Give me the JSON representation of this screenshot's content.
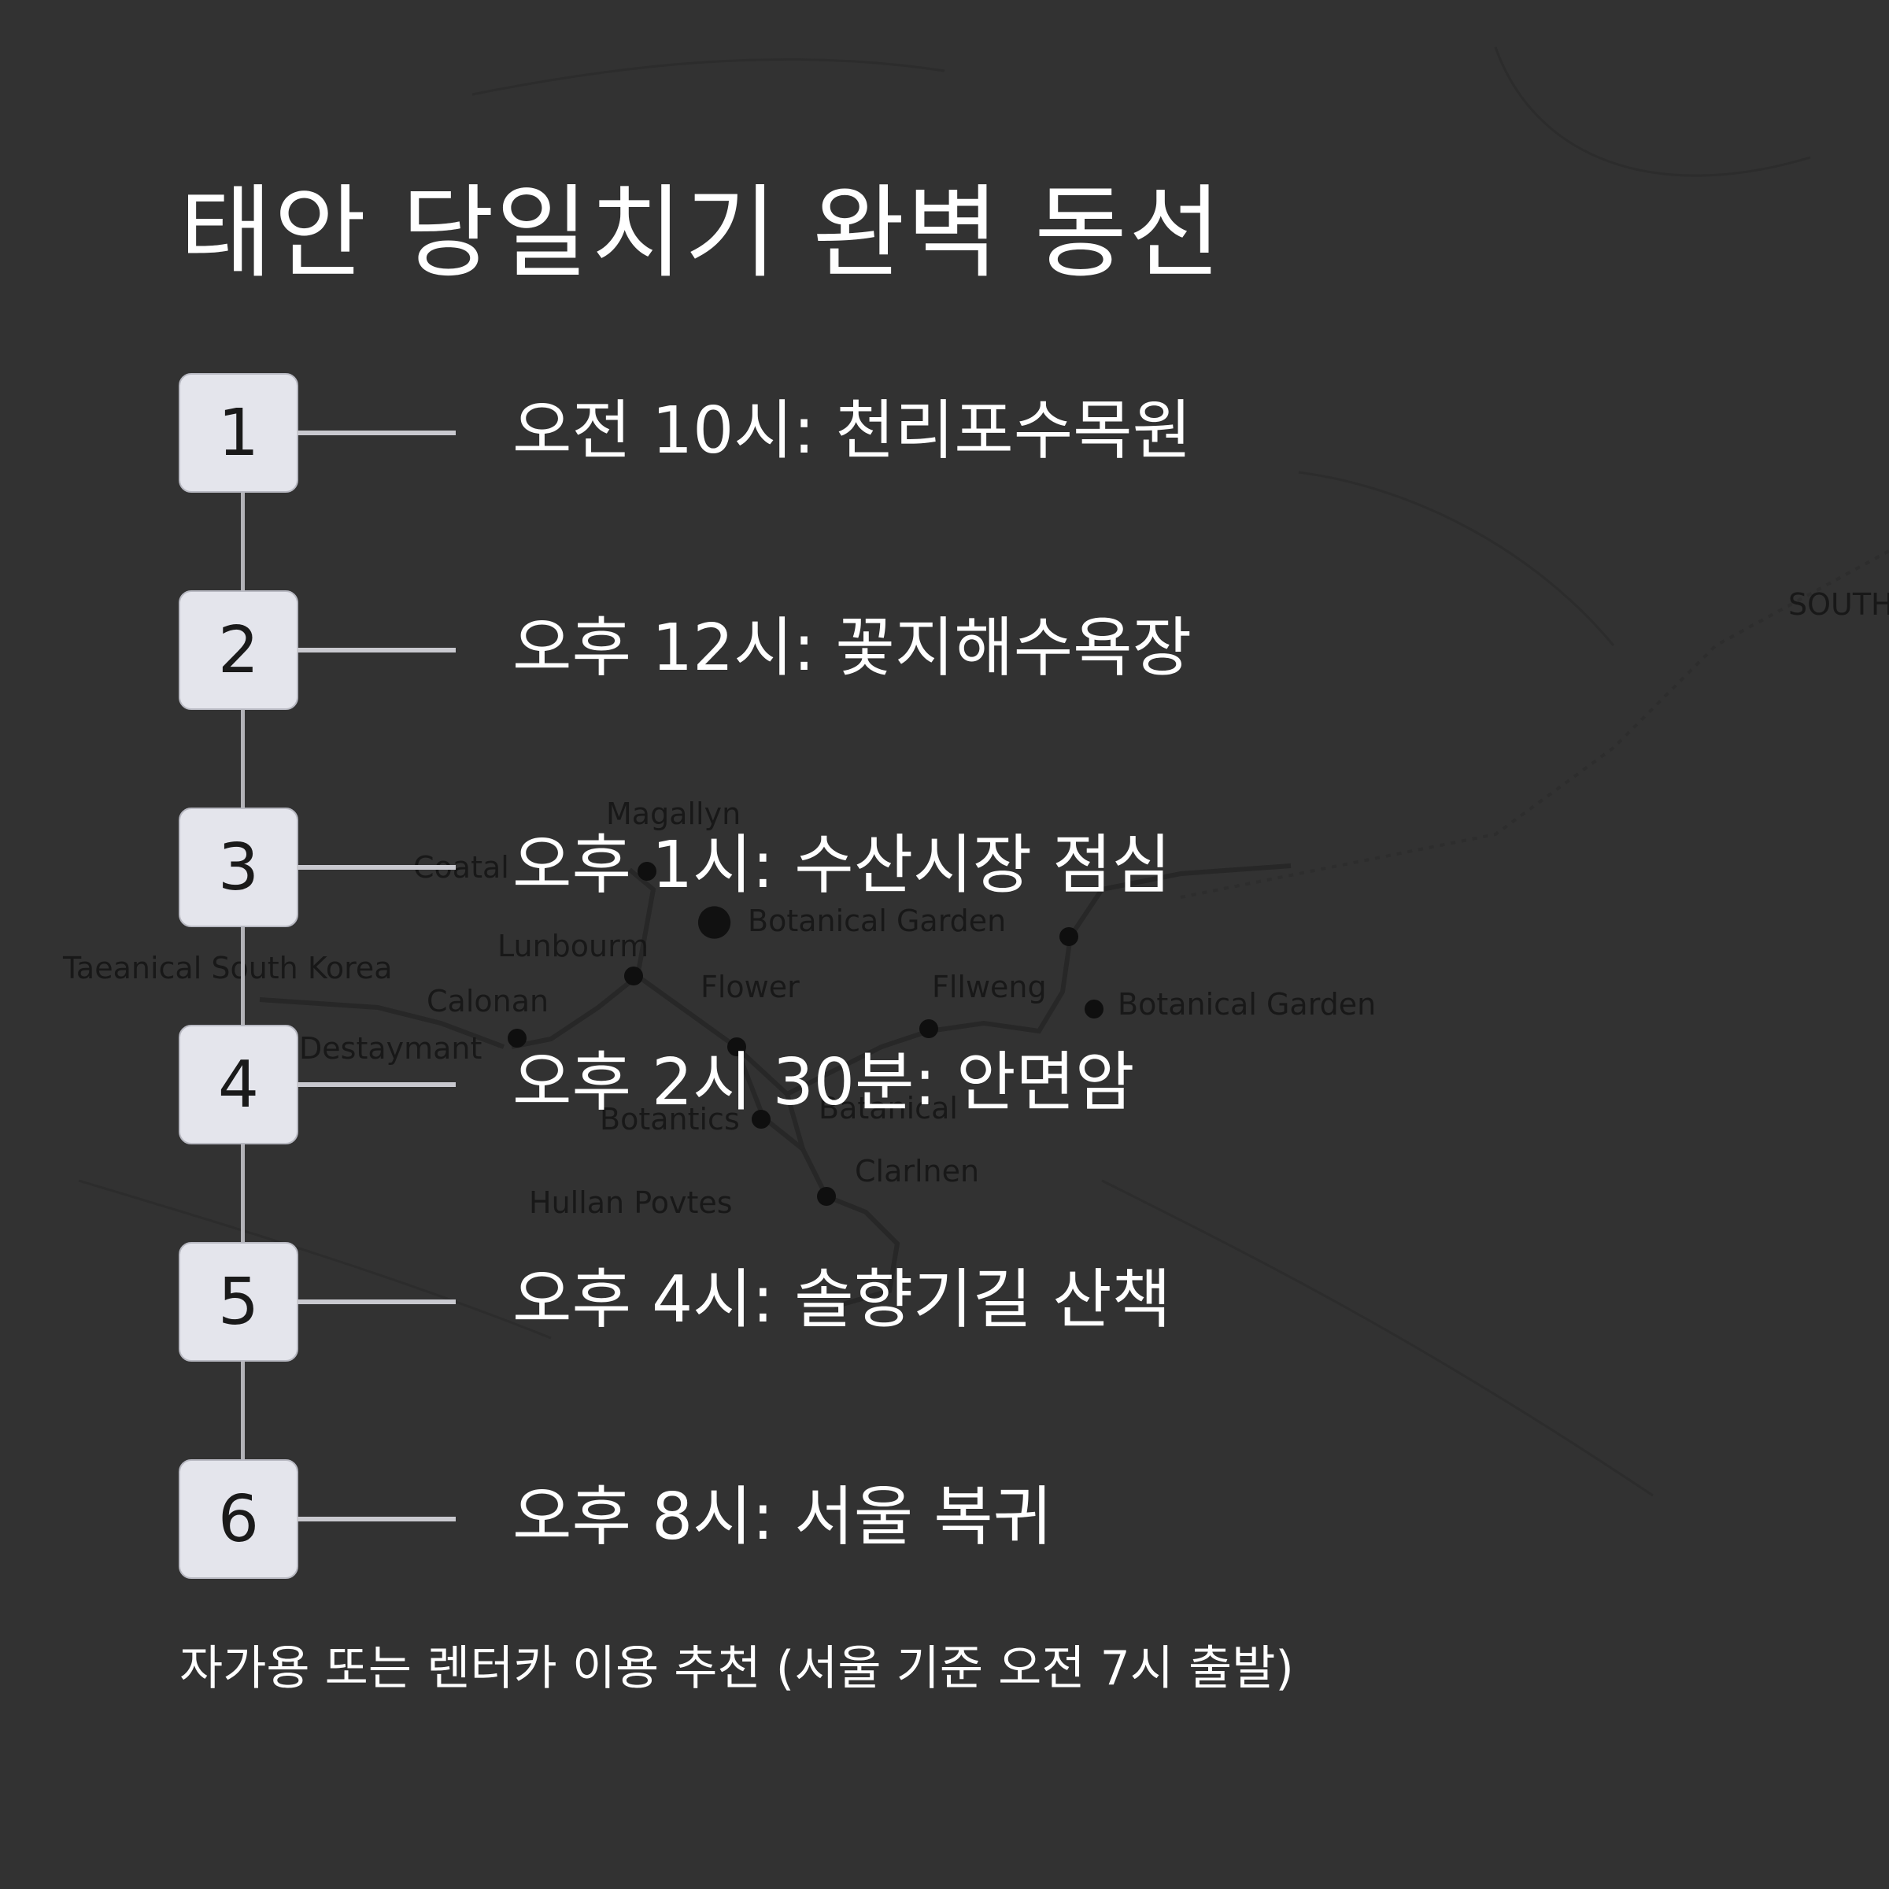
{
  "title": "태안 당일치기 완벽 동선",
  "steps": [
    {
      "number": "1",
      "text": "오전 10시: 천리포수목원"
    },
    {
      "number": "2",
      "text": "오후 12시: 꽃지해수욕장"
    },
    {
      "number": "3",
      "text": "오후 1시: 수산시장 점심"
    },
    {
      "number": "4",
      "text": "오후 2시 30분: 안면암"
    },
    {
      "number": "5",
      "text": "오후 4시: 솔향기길 산책"
    },
    {
      "number": "6",
      "text": "오후 8시: 서울 복귀"
    }
  ],
  "footer_note": "자가용 또는 렌터카 이용 추천 (서울 기준 오전 7시 출발)",
  "map_labels": [
    "Magallyn",
    "Coatal",
    "Botanical Garden",
    "Lunbourm",
    "Taeanical South Korea",
    "Calonan",
    "Flower",
    "Fllweng",
    "Botanical Garden",
    "Destaymant",
    "Botantics",
    "Batanical",
    "Clarlnen",
    "Hullan Povtes",
    "SOUTH"
  ],
  "colors": {
    "background": "#323232",
    "text": "#ffffff",
    "box": "#e4e5ec",
    "line": "#b3b3b8"
  }
}
